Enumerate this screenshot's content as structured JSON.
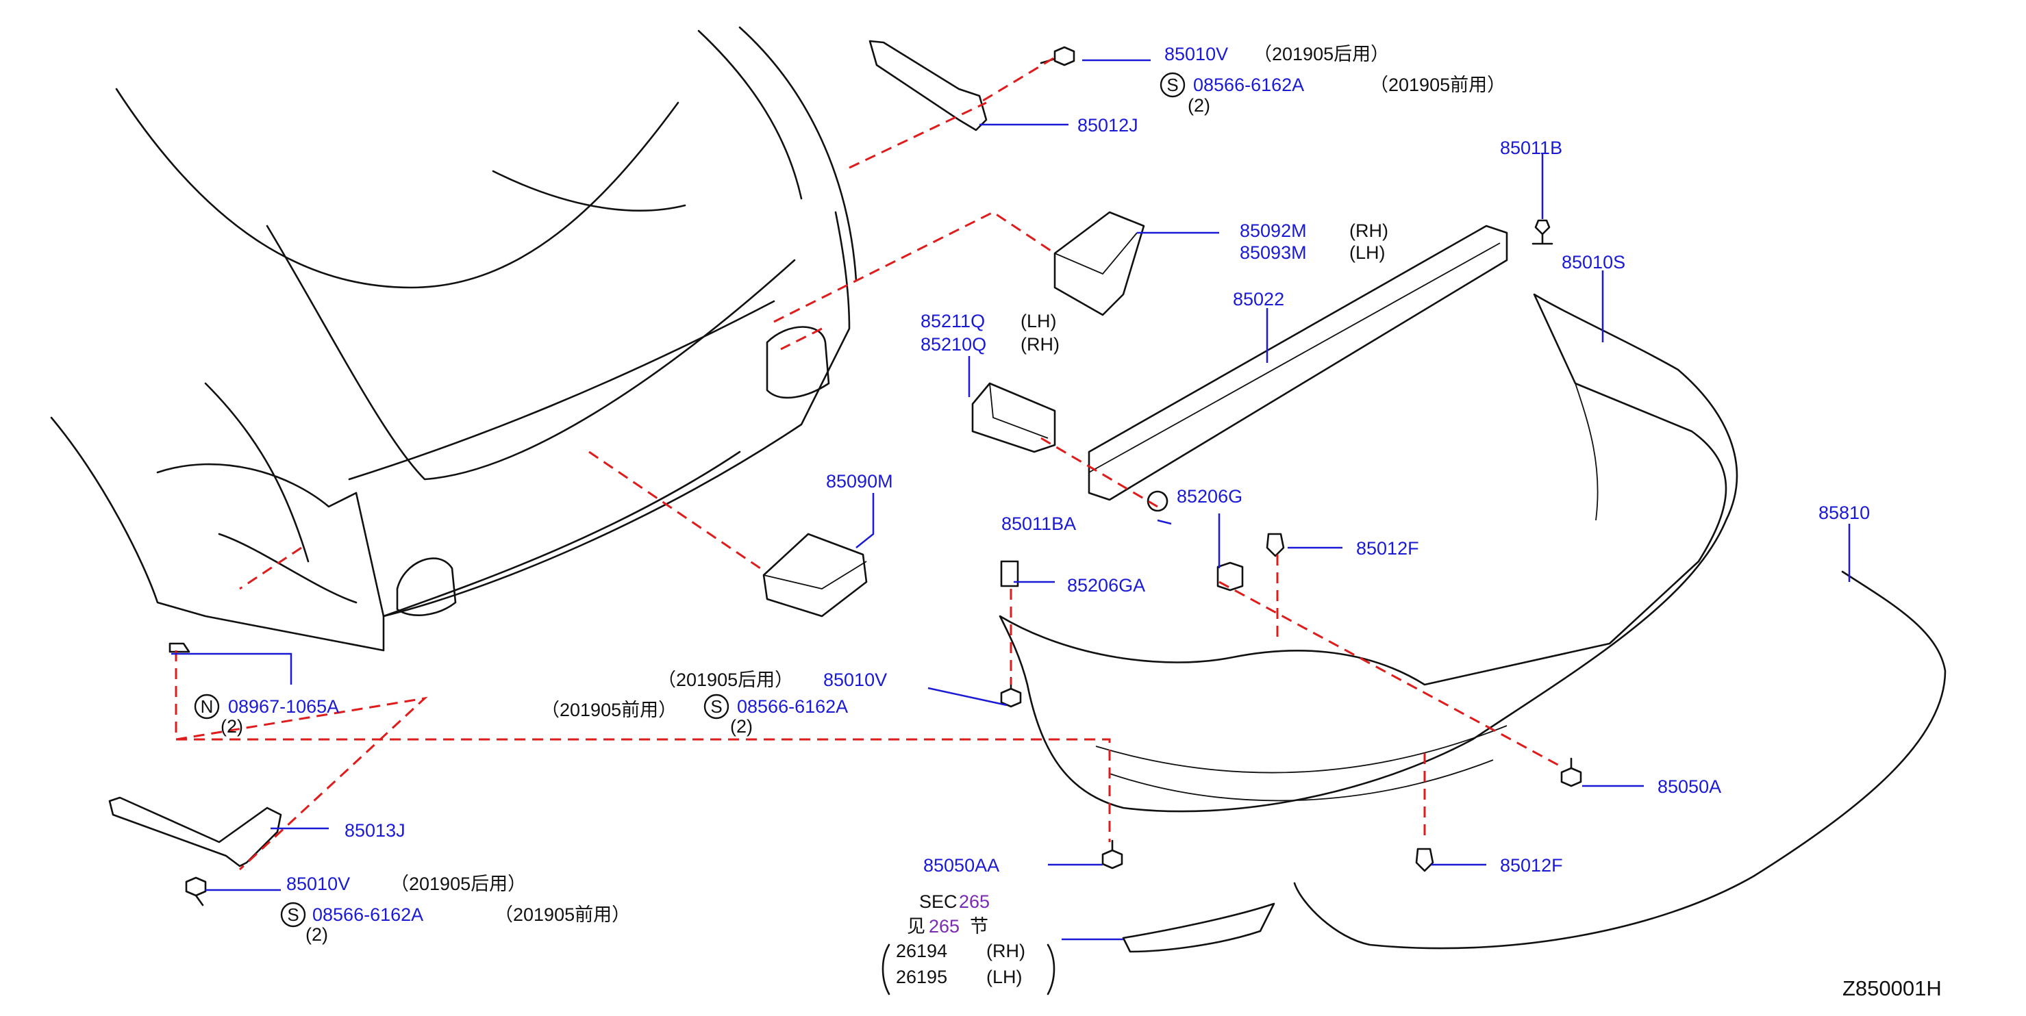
{
  "diagram_code": "Z850001H",
  "colors": {
    "part_number": "#1a1ad6",
    "section_ref": "#7a2bb5",
    "dashed_link": "#e01b1b",
    "line_art": "#111111"
  },
  "labels": {
    "p85010V_top": "85010V",
    "n85010V_top": "（201905后用）",
    "p08566_top": "08566-6162A",
    "n08566_top": "（201905前用）",
    "q08566_top": "(2)",
    "p85012J": "85012J",
    "p85011B": "85011B",
    "p85092M": "85092M",
    "n85092M": "(RH)",
    "p85093M": "85093M",
    "n85093M": "(LH)",
    "p85010S": "85010S",
    "p85022": "85022",
    "p85211Q": "85211Q",
    "n85211Q": "(LH)",
    "p85210Q": "85210Q",
    "n85210Q": "(RH)",
    "p85090M": "85090M",
    "p85206G": "85206G",
    "p85011BA": "85011BA",
    "p85012F_top": "85012F",
    "p85206GA": "85206GA",
    "p85810": "85810",
    "p08967": "08967-1065A",
    "q08967": "(2)",
    "n85010V_mid": "（201905后用）",
    "p85010V_mid": "85010V",
    "n08566_mid": "（201905前用）",
    "p08566_mid": "08566-6162A",
    "q08566_mid": "(2)",
    "p85050A": "85050A",
    "p85013J": "85013J",
    "p85010V_bot": "85010V",
    "n85010V_bot": "（201905后用）",
    "p08566_bot": "08566-6162A",
    "n08566_bot": "（201905前用）",
    "q08566_bot": "(2)",
    "p85050AA": "85050AA",
    "p85012F_bot": "85012F",
    "sec_prefix": "SEC",
    "sec_num": "265",
    "see_prefix": "见",
    "see_num": "265",
    "see_suffix": "节",
    "p26194": "26194",
    "n26194": "(RH)",
    "p26195": "26195",
    "n26195": "(LH)",
    "sym_S": "S",
    "sym_N": "N"
  }
}
